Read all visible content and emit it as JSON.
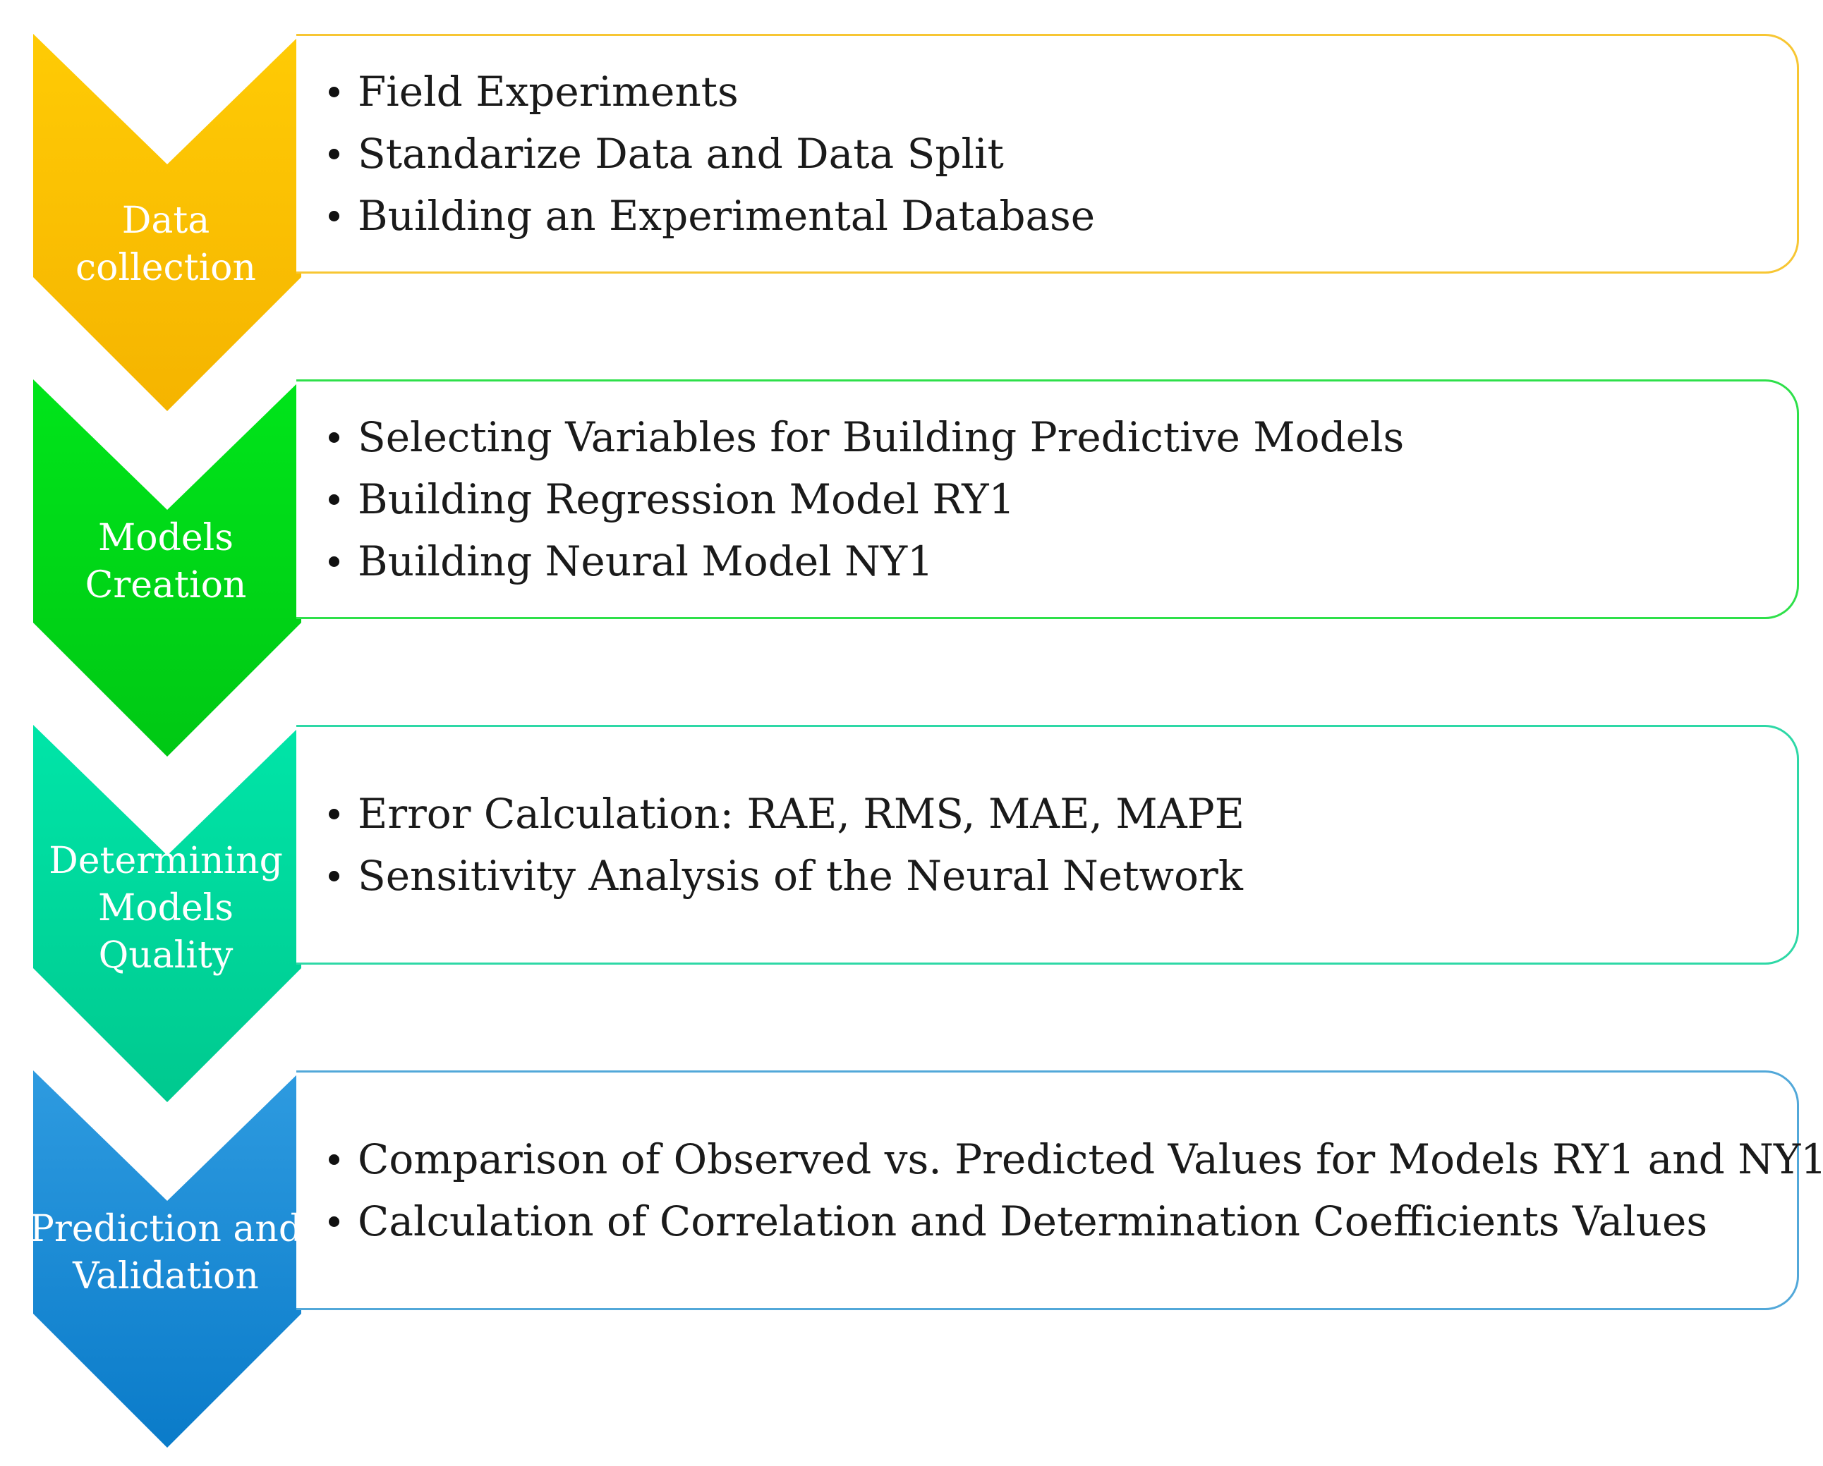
{
  "stages": [
    {
      "label": "Data collection",
      "color_top": "#FFCB05",
      "color_bottom": "#F5B400",
      "border_color": "#F7C633",
      "items": [
        "Field Experiments",
        "Standarize Data and Data Split",
        "Building an Experimental Database"
      ]
    },
    {
      "label": "Models\nCreation",
      "color_top": "#00E51A",
      "color_bottom": "#00C814",
      "border_color": "#2EE04A",
      "items": [
        "Selecting Variables for Building Predictive Models",
        "Building Regression Model RY1",
        "Building Neural Model NY1"
      ]
    },
    {
      "label": "Determining\nModels\nQuality",
      "color_top": "#00E5A8",
      "color_bottom": "#00C98F",
      "border_color": "#2ED8A6",
      "items": [
        "Error Calculation: RAE, RMS, MAE, MAPE",
        "Sensitivity Analysis of the Neural Network"
      ]
    },
    {
      "label": "Prediction and\nValidation",
      "color_top": "#2E9BE0",
      "color_bottom": "#0A7BC9",
      "border_color": "#52A8D9",
      "items": [
        "Comparison of Observed vs. Predicted Values for Models RY1 and NY1",
        "Calculation of Correlation and Determination Coefficients Values"
      ]
    }
  ]
}
